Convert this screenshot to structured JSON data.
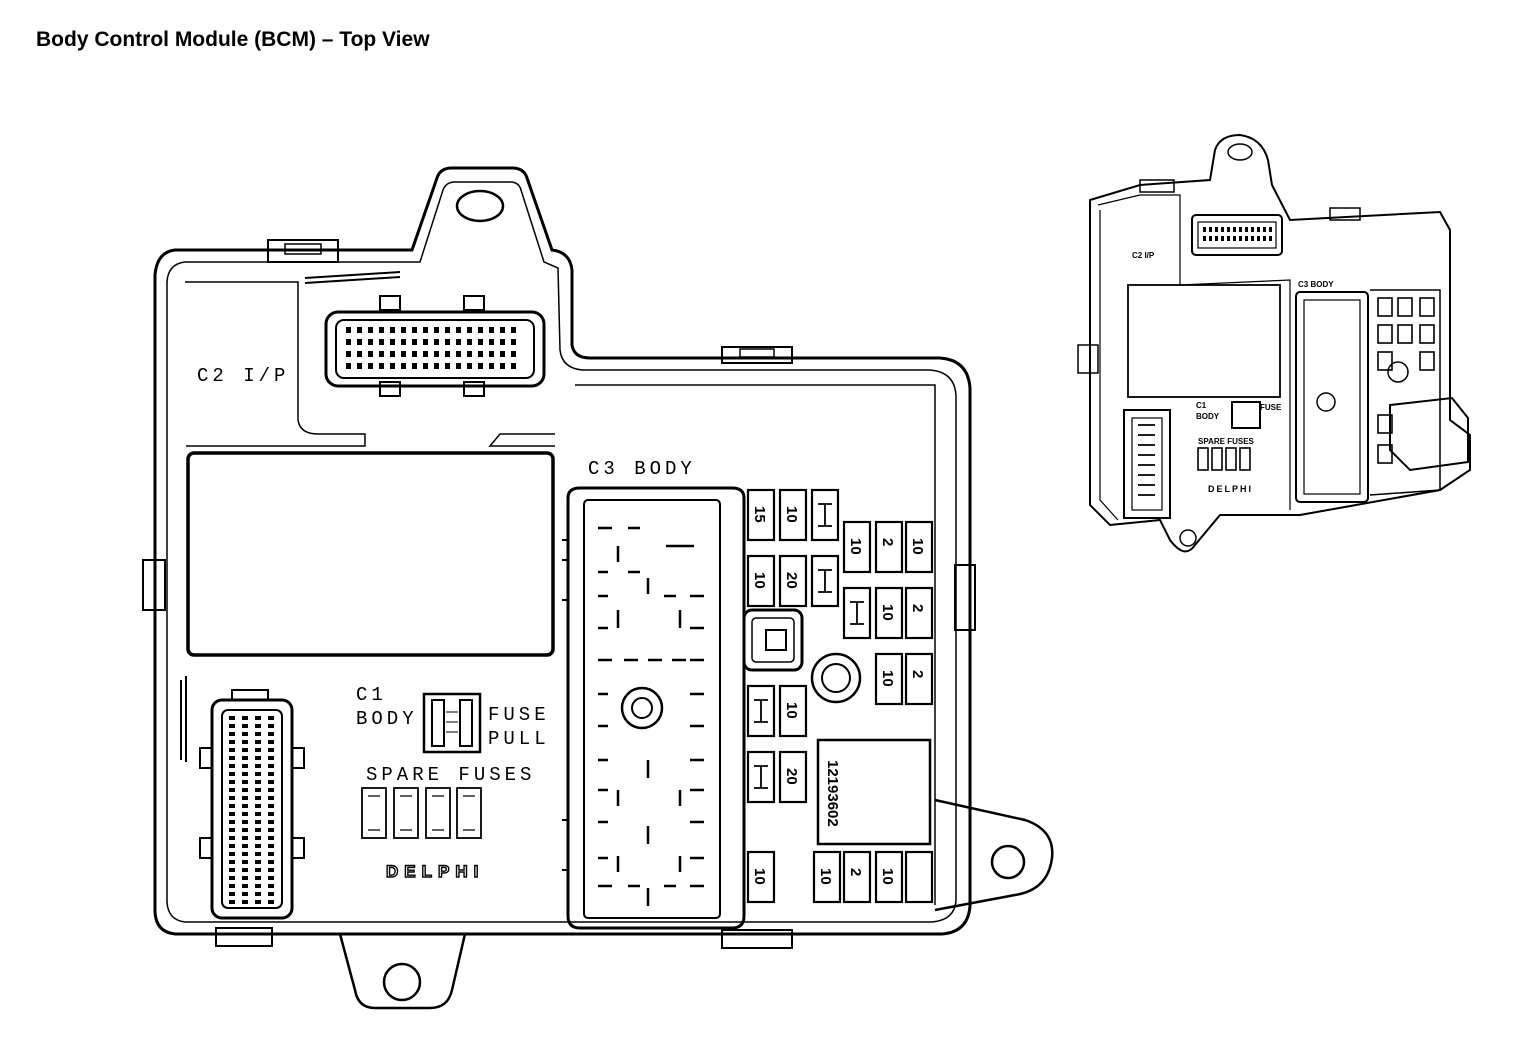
{
  "title": "Body Control Module (BCM) – Top View",
  "labels": {
    "c2": "C2 I/P",
    "c3": "C3 BODY",
    "c1_line1": "C1",
    "c1_line2": "BODY",
    "fuse_pull_1": "FUSE",
    "fuse_pull_2": "PULL",
    "spare_fuses": "SPARE FUSES",
    "part_number": "12193602",
    "brand": "DELPHI"
  },
  "fuses": {
    "col_a": [
      "15",
      "10",
      "",
      "10",
      "20",
      "",
      "",
      "10",
      "",
      "20",
      "10"
    ],
    "col_b": [
      "10",
      "2",
      "10",
      "",
      "10",
      "2",
      "10",
      "2",
      "10",
      "2",
      "10"
    ]
  },
  "thumbnail": {
    "c2": "C2 I/P",
    "c3": "C3 BODY",
    "c1_line1": "C1",
    "c1_line2": "BODY",
    "fuse_pull": "FUSE",
    "spare_fuses": "SPARE FUSES",
    "brand": "DELPHI"
  },
  "colors": {
    "line": "#000000",
    "background": "#ffffff"
  }
}
